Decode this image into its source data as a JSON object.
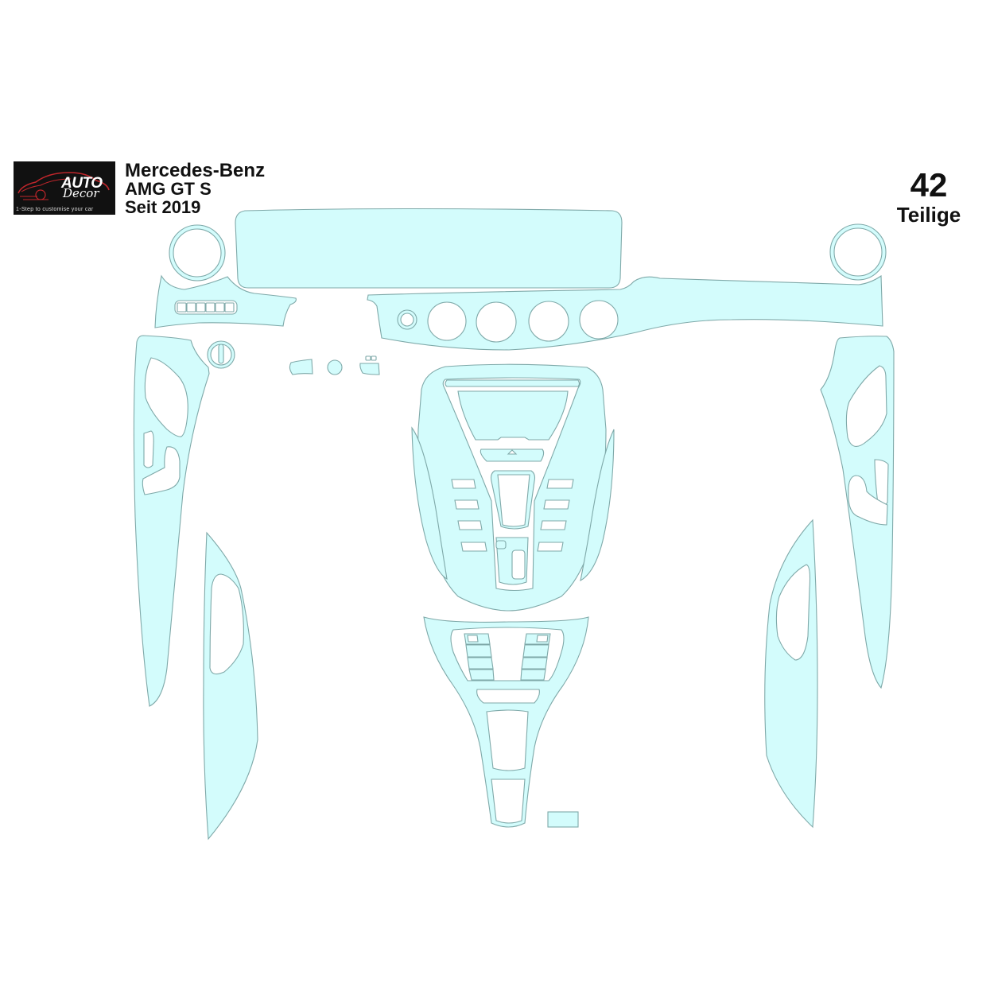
{
  "brand_logo": {
    "name": "AUTO",
    "name_script": "Decor",
    "tagline": "1-Step to customise your car",
    "colors": {
      "background": "#111111",
      "car_outline": "#c0262b",
      "text": "#ffffff"
    }
  },
  "header": {
    "make": "Mercedes-Benz",
    "model": "AMG GT S",
    "year_label": "Seit 2019"
  },
  "piece_count": {
    "value": "42",
    "label": "Teilige"
  },
  "diagram": {
    "type": "interior trim cut template",
    "fill_color": "#d3fcfc",
    "outline_color": "#7fa9a9",
    "parts": [
      {
        "id": "instrument-screen",
        "label": "Instrument cluster screen"
      },
      {
        "id": "left-vent-ring",
        "label": "Left air vent ring"
      },
      {
        "id": "right-vent-ring",
        "label": "Right air vent ring"
      },
      {
        "id": "left-dash-panel",
        "label": "Left dashboard panel with switch bank"
      },
      {
        "id": "center-dash-strip",
        "label": "Center dashboard strip with 4 vents"
      },
      {
        "id": "light-switch-ring",
        "label": "Light switch ring"
      },
      {
        "id": "small-trim-1",
        "label": "Small trim piece"
      },
      {
        "id": "small-trim-2",
        "label": "Small round button"
      },
      {
        "id": "small-trim-3",
        "label": "Small trim piece with buttons"
      },
      {
        "id": "center-console-upper",
        "label": "Center console upper panel"
      },
      {
        "id": "console-side-left",
        "label": "Console left side strip"
      },
      {
        "id": "console-side-right",
        "label": "Console right side strip"
      },
      {
        "id": "center-console-lower",
        "label": "Center console lower panel"
      },
      {
        "id": "small-rect",
        "label": "Small rectangle piece"
      },
      {
        "id": "left-front-door",
        "label": "Left front door panel"
      },
      {
        "id": "left-rear-door",
        "label": "Left rear door panel"
      },
      {
        "id": "right-front-door",
        "label": "Right front door panel"
      },
      {
        "id": "right-rear-door",
        "label": "Right rear door panel"
      }
    ]
  }
}
